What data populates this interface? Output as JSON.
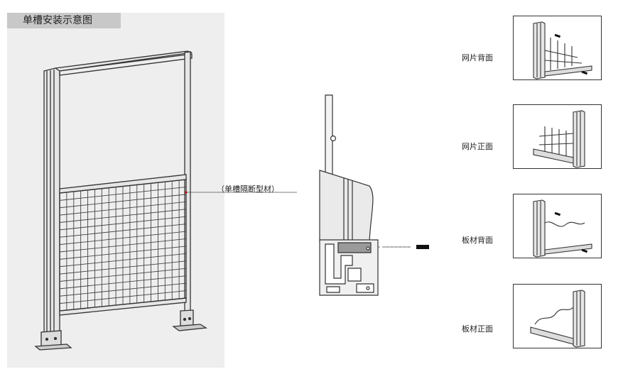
{
  "header": {
    "title": "单槽安装示意图"
  },
  "callout": {
    "label": "（单槽隔断型材）"
  },
  "views": [
    {
      "label": "网片背面",
      "icon": "mesh-back-corner-icon"
    },
    {
      "label": "网片正面",
      "icon": "mesh-front-corner-icon"
    },
    {
      "label": "板材背面",
      "icon": "panel-back-corner-icon"
    },
    {
      "label": "板材正面",
      "icon": "panel-front-corner-icon"
    }
  ],
  "colors": {
    "panel_bg": "#eeeeee",
    "title_bg": "#c8c8c8",
    "line": "#333333"
  }
}
